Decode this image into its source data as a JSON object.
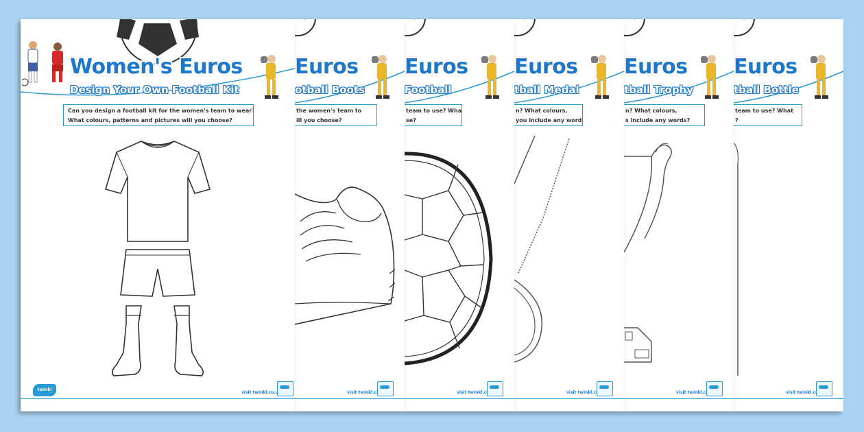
{
  "sheets": [
    {
      "title": "Women's Euros",
      "subtitle": "Design Your Own Football Kit",
      "instructions": [
        "Can you design a football kit for the women's team to wear?",
        "What colours, patterns and pictures will you choose?"
      ],
      "site": "visit twinkl.co.uk",
      "logo": "twinkl"
    },
    {
      "title": "Euros",
      "subtitle": "otball Boots",
      "instructions": [
        "the women's team to",
        "ill you choose?"
      ],
      "site": "visit twinkl.co.uk"
    },
    {
      "title": "Euros",
      "subtitle": "Football",
      "instructions": [
        "team to use? What",
        "se?"
      ],
      "site": "visit twinkl.co.uk"
    },
    {
      "title": "Euros",
      "subtitle": "tball Medal",
      "instructions": [
        "n? What colours,",
        "you include any words?"
      ],
      "site": "visit twinkl.co.uk"
    },
    {
      "title": "Euros",
      "subtitle": "tball Trophy",
      "instructions": [
        "n? What colours,",
        "s include any words?"
      ],
      "site": "visit twinkl.co.uk"
    },
    {
      "title": "Euros",
      "subtitle": "tball Bottle",
      "instructions": [
        "team to use? What",
        "?"
      ],
      "site": "visit twinkl.co.uk"
    }
  ],
  "icons": {
    "keeper": "goalkeeper-icon",
    "ball": "football-icon",
    "kit": "football-kit-icon",
    "boot": "football-boot-icon",
    "medal": "medal-icon",
    "trophy": "trophy-icon",
    "bottle": "bottle-icon"
  },
  "colors": {
    "background": "#a9d3f2",
    "brand": "#1e77c9",
    "accent": "#2a9ad6",
    "keeper": "#e8b82a"
  }
}
